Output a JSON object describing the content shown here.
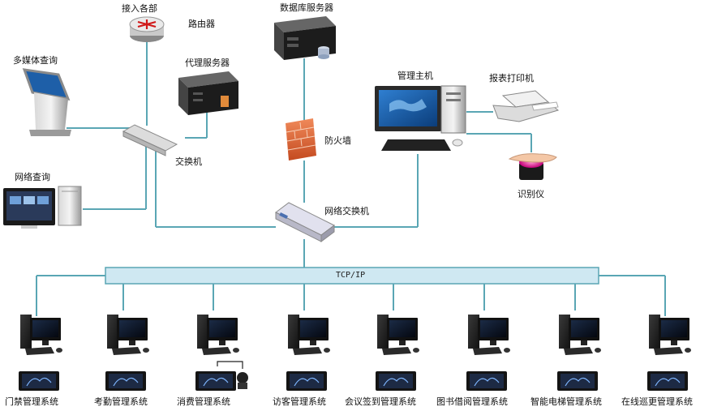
{
  "labels": {
    "access_all": "接入各部",
    "router": "路由器",
    "db_server": "数据库服务器",
    "multimedia": "多媒体查询",
    "proxy_server": "代理服务器",
    "management_host": "管理主机",
    "report_printer": "报表打印机",
    "switch": "交换机",
    "firewall": "防火墙",
    "recognizer": "识别仪",
    "web_query": "网络查询",
    "network_switch": "网络交换机",
    "bus": "TCP/IP"
  },
  "subsystems": [
    {
      "label": "门禁管理系统"
    },
    {
      "label": "考勤管理系统"
    },
    {
      "label": "消费管理系统"
    },
    {
      "label": "访客管理系统"
    },
    {
      "label": "会议签到管理系统"
    },
    {
      "label": "图书借阅管理系统"
    },
    {
      "label": "智能电梯管理系统"
    },
    {
      "label": "在线巡更管理系统"
    }
  ],
  "colors": {
    "line": "#5aa6b4",
    "bus_fill": "#cfe8f2"
  }
}
